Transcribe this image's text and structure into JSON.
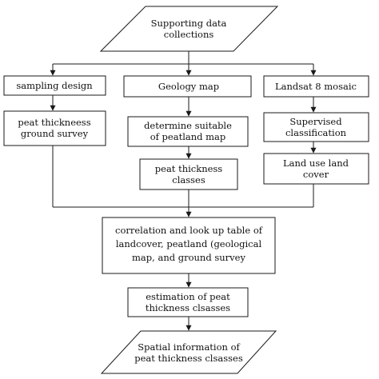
{
  "nodes": {
    "supporting_data": {
      "line1": "Supporting data",
      "line2": "collections"
    },
    "sampling_design": {
      "line1": "sampling design"
    },
    "geology_map": {
      "line1": "Geology map"
    },
    "landsat_mosaic": {
      "line1": "Landsat 8 mosaic"
    },
    "ground_survey": {
      "line1": "peat thickneess",
      "line2": "ground survey"
    },
    "suitable_peatland": {
      "line1": "determine suitable",
      "line2": "of peatland map"
    },
    "supervised_classification": {
      "line1": "Supervised",
      "line2": "classification"
    },
    "peat_classes": {
      "line1": "peat thickness",
      "line2": "classes"
    },
    "land_use": {
      "line1": "Land use land",
      "line2": "cover"
    },
    "correlation": {
      "line1": "correlation and look up table of",
      "line2": "landcover, peatland (geological",
      "line3": "map, and ground survey"
    },
    "estimation": {
      "line1": "estimation of peat",
      "line2": "thickness clsasses"
    },
    "spatial_info": {
      "line1": "Spatial information of",
      "line2": "peat thickness clsasses"
    }
  }
}
